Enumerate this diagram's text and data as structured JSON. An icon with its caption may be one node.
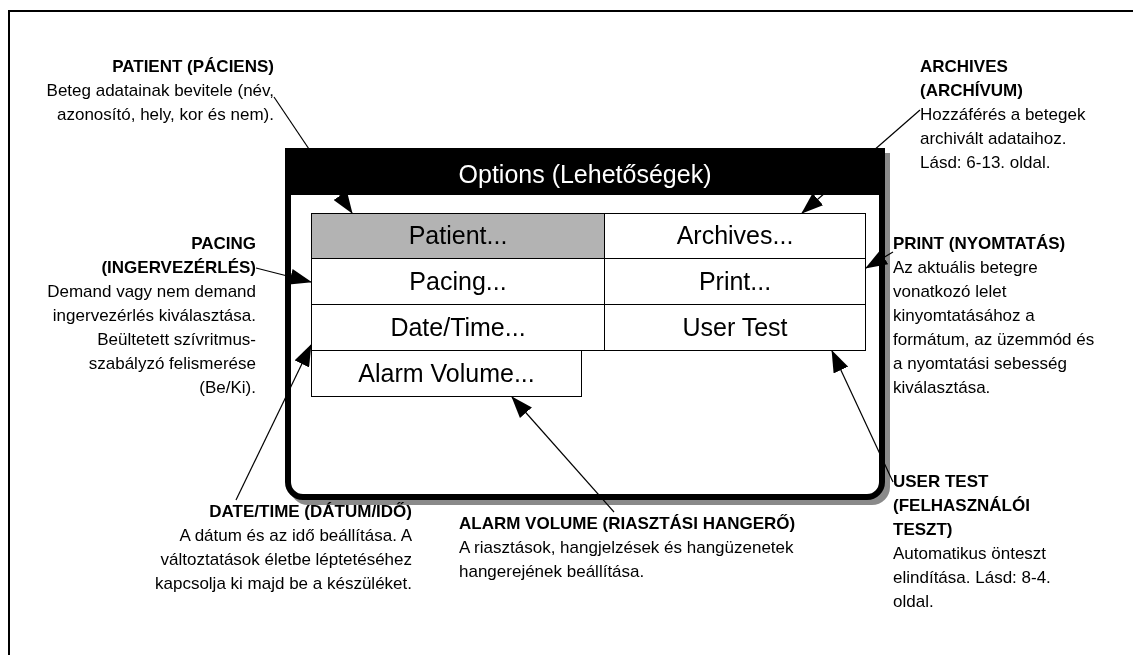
{
  "diagram": {
    "nodes": [
      {
        "text": [
          "Options (Lehetőségek)"
        ]
      },
      {
        "text": [
          "Patient..."
        ],
        "in": 0
      },
      {
        "text": [
          "Archives..."
        ],
        "in": 0
      },
      {
        "text": [
          "Pacing..."
        ],
        "in": 0
      },
      {
        "text": [
          "Print..."
        ],
        "in": 0
      },
      {
        "text": [
          "Date/Time..."
        ],
        "in": 0
      },
      {
        "text": [
          "User Test"
        ],
        "in": 0
      },
      {
        "text": [
          "Alarm Volume..."
        ],
        "in": 0
      },
      {
        "text": [
          "PATIENT (PÁCIENS)",
          "Beteg adatainak bevitele (név, azonosító, hely, kor és nem)."
        ]
      },
      {
        "text": [
          "ARCHIVES (ARCHÍVUM)",
          "Hozzáférés a betegek archivált adataihoz. Lásd: 6-13. oldal."
        ]
      },
      {
        "text": [
          "PACING (INGERVEZÉRLÉS)",
          "Demand vagy nem demand ingervezérlés kiválasztása. Beültetett szívritmus-szabályzó felismerése (Be/Ki)."
        ]
      },
      {
        "text": [
          "PRINT (NYOMTATÁS)",
          "Az aktuális betegre vonatkozó lelet kinyomtatásához a formátum, az üzemmód és a nyomtatási sebesség kiválasztása."
        ]
      },
      {
        "text": [
          "DATE/TIME (DÁTUM/IDŐ)",
          "A dátum és az idő beállítása. A változtatások életbe léptetéséhez kapcsolja ki majd be a készüléket."
        ]
      },
      {
        "text": [
          "ALARM VOLUME (RIASZTÁSI HANGERŐ)",
          "A riasztások, hangjelzések és hangüzenetek hangerejének beállítása."
        ]
      },
      {
        "text": [
          "USER TEST (FELHASZNÁLÓI TESZT)",
          "Automatikus önteszt elindítása. Lásd: 8-4. oldal."
        ]
      }
    ],
    "edges": [
      {
        "from": 8,
        "to": 1,
        "arrow": "to"
      },
      {
        "from": 9,
        "to": 2,
        "arrow": "to"
      },
      {
        "from": 10,
        "to": 3,
        "arrow": "to"
      },
      {
        "from": 11,
        "to": 4,
        "arrow": "to"
      },
      {
        "from": 12,
        "to": 5,
        "arrow": "to"
      },
      {
        "from": 13,
        "to": 7,
        "arrow": "to"
      },
      {
        "from": 14,
        "to": 6,
        "arrow": "to"
      }
    ]
  }
}
